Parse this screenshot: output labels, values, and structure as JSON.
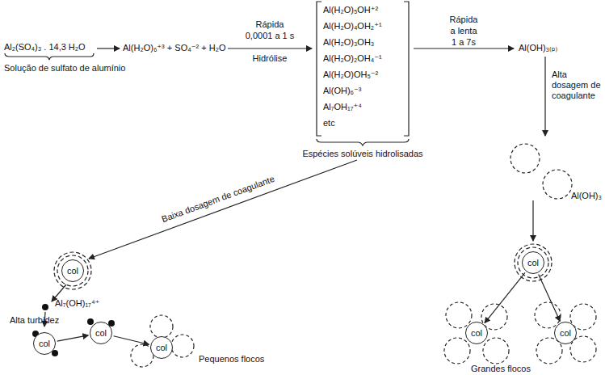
{
  "diagram": {
    "nodes": [
      {
        "text": [
          "col"
        ]
      },
      {
        "text": [
          "col"
        ]
      },
      {
        "text": [
          "col"
        ]
      },
      {
        "text": [
          "col"
        ]
      },
      {
        "text": [
          "col"
        ]
      },
      {
        "text": [
          "col"
        ]
      },
      {
        "text": [
          "col"
        ]
      }
    ],
    "edges": [
      {
        "from": 1,
        "to": 2,
        "arrow": "to"
      },
      {
        "from": 2,
        "to": 3,
        "arrow": "to"
      },
      {
        "from": 4,
        "to": 5,
        "arrow": "to"
      },
      {
        "from": 4,
        "to": 6,
        "arrow": "to"
      }
    ],
    "labels": [
      "Al₂(SO₄)₃ . 14,3 H₂O",
      "Solução de sulfato de alumínio",
      "Al(H₂O)₆⁺³ + SO₄⁻² + H₂O",
      "Rápida",
      "0,0001 a 1 s",
      "Hidrólise",
      "Al(H₂O)₅OH⁺²",
      "Al(H₂O)₄OH₂⁺¹",
      "Al(H₂O)₃OH₃",
      "Al(H₂O)₂OH₄⁻¹",
      "Al(H₂O)OH₅⁻²",
      "Al(OH)₆⁻³",
      "Al₇OH₁₇⁺⁴",
      "etc",
      "Espécies solúveis hidrolisadas",
      "Rápida",
      "a lenta",
      "1 a 7s",
      "Al(OH)₃₍ₚ₎",
      "Alta dosagem de coagulante",
      "Al(OH)₃",
      "Baixa dosagem de coagulante",
      "Al₇(OH)₁₇⁴⁺",
      "Alta turbidez",
      "Pequenos flocos",
      "Grandes flocos"
    ]
  }
}
